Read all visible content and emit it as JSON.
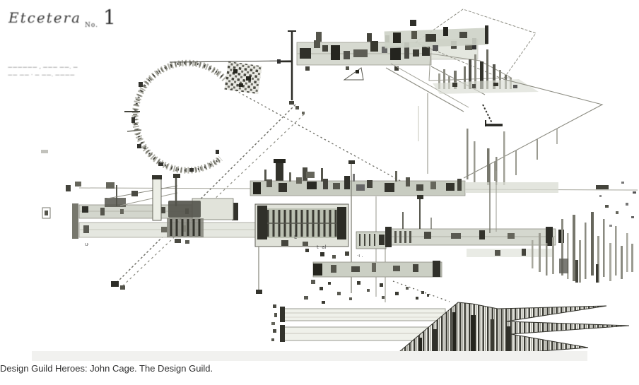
{
  "artwork": {
    "title_word": "Etcetera",
    "title_no": "No.",
    "title_number": "1",
    "credit_line_1": "—————— , ——— ——. —",
    "credit_line_2": "—— —— · — ——. ————",
    "part_labels": [
      {
        "text": "u·"
      },
      {
        "text": "Ŀ"
      },
      {
        "text": "t ·al"
      },
      {
        "text": "·ı ."
      }
    ]
  },
  "caption": "Design Guild Heroes: John Cage. The Design Guild.",
  "colors": {
    "ink": "#2a2a2a",
    "band": "#ccd0c6",
    "caption_text": "#303030",
    "paper": "#ffffff"
  }
}
